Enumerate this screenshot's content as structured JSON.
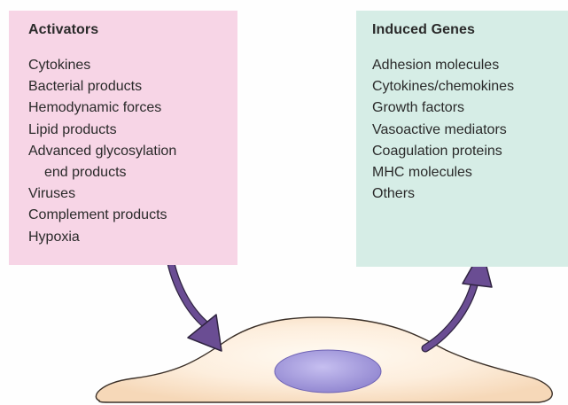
{
  "colors": {
    "activators_bg": "#f7d5e6",
    "genes_bg": "#d6ede6",
    "arrow": "#6a4d93",
    "cell_body": "#fbe3c9",
    "cell_outline": "#3b3028",
    "nucleus": "#a79dde"
  },
  "activators": {
    "title": "Activators",
    "items": [
      "Cytokines",
      "Bacterial products",
      "Hemodynamic forces",
      "Lipid products",
      "Advanced glycosylation",
      "end products",
      "Viruses",
      "Complement products",
      "Hypoxia"
    ]
  },
  "induced_genes": {
    "title": "Induced Genes",
    "items": [
      "Adhesion molecules",
      "Cytokines/chemokines",
      "Growth factors",
      "Vasoactive mediators",
      "Coagulation proteins",
      "MHC molecules",
      "Others"
    ]
  },
  "icons": {
    "left_arrow": "curved-arrow-down-right-icon",
    "right_arrow": "curved-arrow-up-right-icon",
    "cell": "endothelial-cell",
    "nucleus": "cell-nucleus"
  }
}
